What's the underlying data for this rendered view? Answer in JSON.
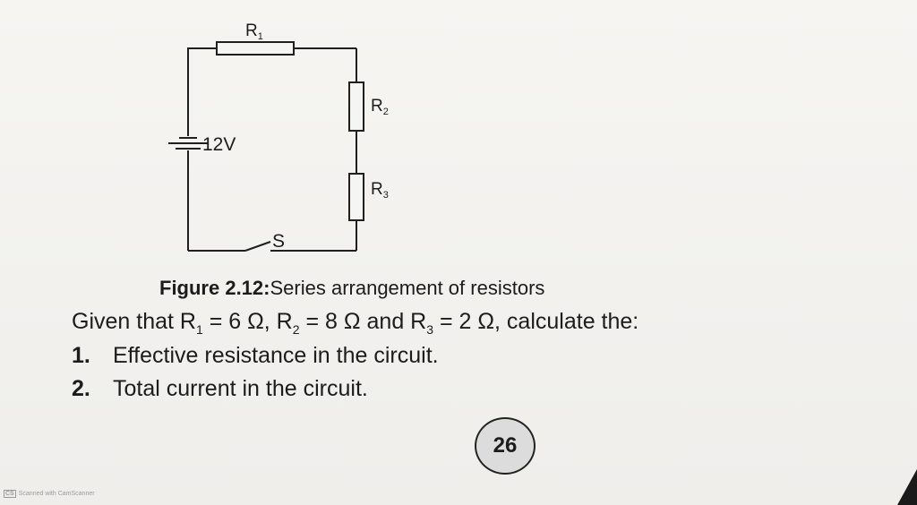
{
  "circuit": {
    "r1_label": "R",
    "r1_sub": "1",
    "r2_label": "R",
    "r2_sub": "2",
    "r3_label": "R",
    "r3_sub": "3",
    "battery_label": "12V",
    "switch_label": "S"
  },
  "caption": {
    "prefix": "Figure 2.12:",
    "text": "Series arrangement of resistors"
  },
  "question": {
    "intro": "Given that R",
    "r1_sub": "1",
    "r1_value": " = 6 Ω, R",
    "r2_sub": "2",
    "r2_value": " = 8 Ω and R",
    "r3_sub": "3",
    "r3_value": " = 2 Ω, calculate the:"
  },
  "tasks": [
    {
      "number": "1.",
      "text": "Effective resistance in the circuit."
    },
    {
      "number": "2.",
      "text": "Total current in the circuit."
    }
  ],
  "page_number": "26",
  "scanner_mark": {
    "logo": "CS",
    "text": "Scanned with CamScanner"
  }
}
